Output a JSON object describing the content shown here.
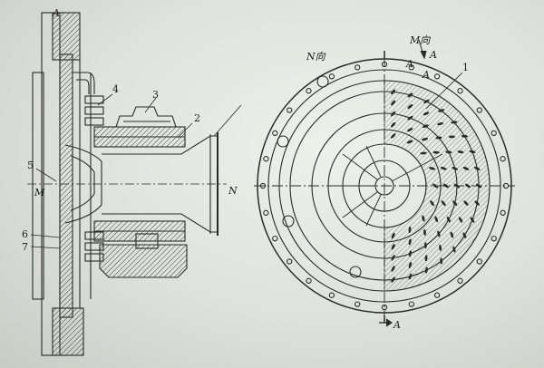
{
  "labels": {
    "n1": "1",
    "n2": "2",
    "n3": "3",
    "n4": "4",
    "n5": "5",
    "n6": "6",
    "n7": "7",
    "m_left": "M",
    "n_mid": "N",
    "n_view": "N向",
    "m_view": "M向",
    "a_top_left": "A",
    "a_top1": "A",
    "a_top2": "A",
    "a_top3": "A",
    "a_bottom": "A"
  },
  "colors": {
    "ink": "#2a2a2a",
    "paper": "#e8ebe5",
    "hatch": "#4a4a4a"
  }
}
